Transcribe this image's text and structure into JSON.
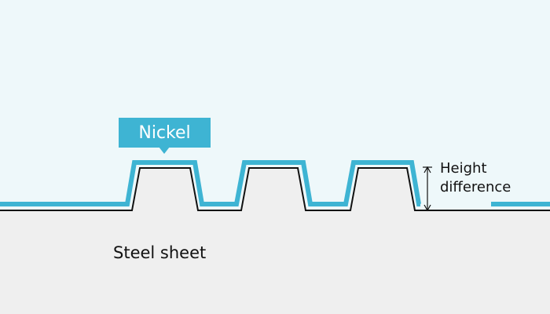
{
  "labels": {
    "nickel": "Nickel",
    "steel": "Steel sheet",
    "height_line1": "Height",
    "height_line2": "difference"
  },
  "colors": {
    "background": "#eef8fa",
    "steel": "#efefef",
    "nickel": "#3eb4d3",
    "outline": "#111111"
  }
}
